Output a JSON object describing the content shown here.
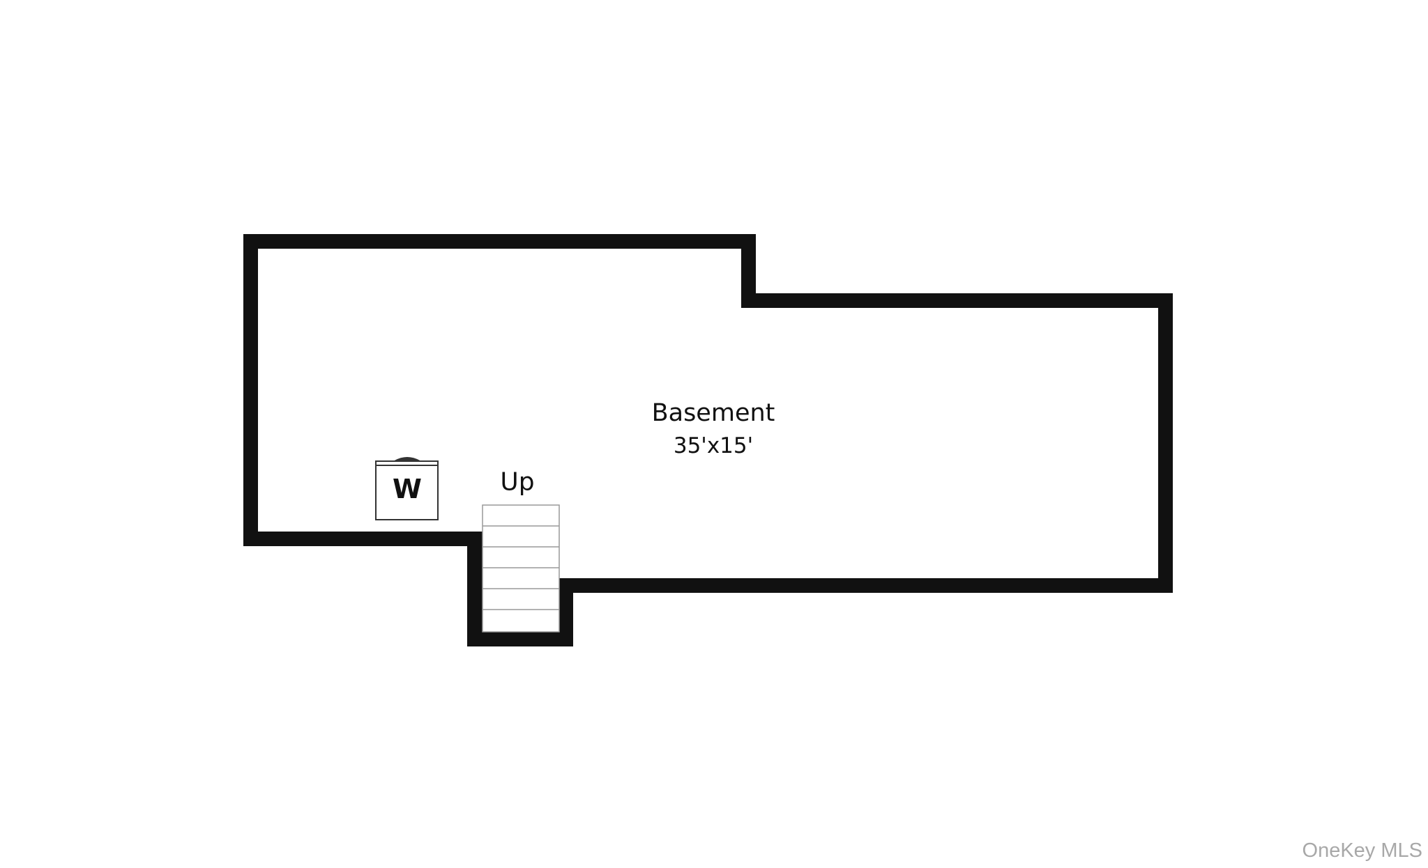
{
  "plan": {
    "room_name": "Basement",
    "room_dimensions": "35'x15'",
    "stairs_label": "Up",
    "washer_label": "W"
  },
  "watermark": "OneKey MLS",
  "colors": {
    "wall": "#111111",
    "background": "#ffffff",
    "watermark": "#a8a8a8"
  }
}
